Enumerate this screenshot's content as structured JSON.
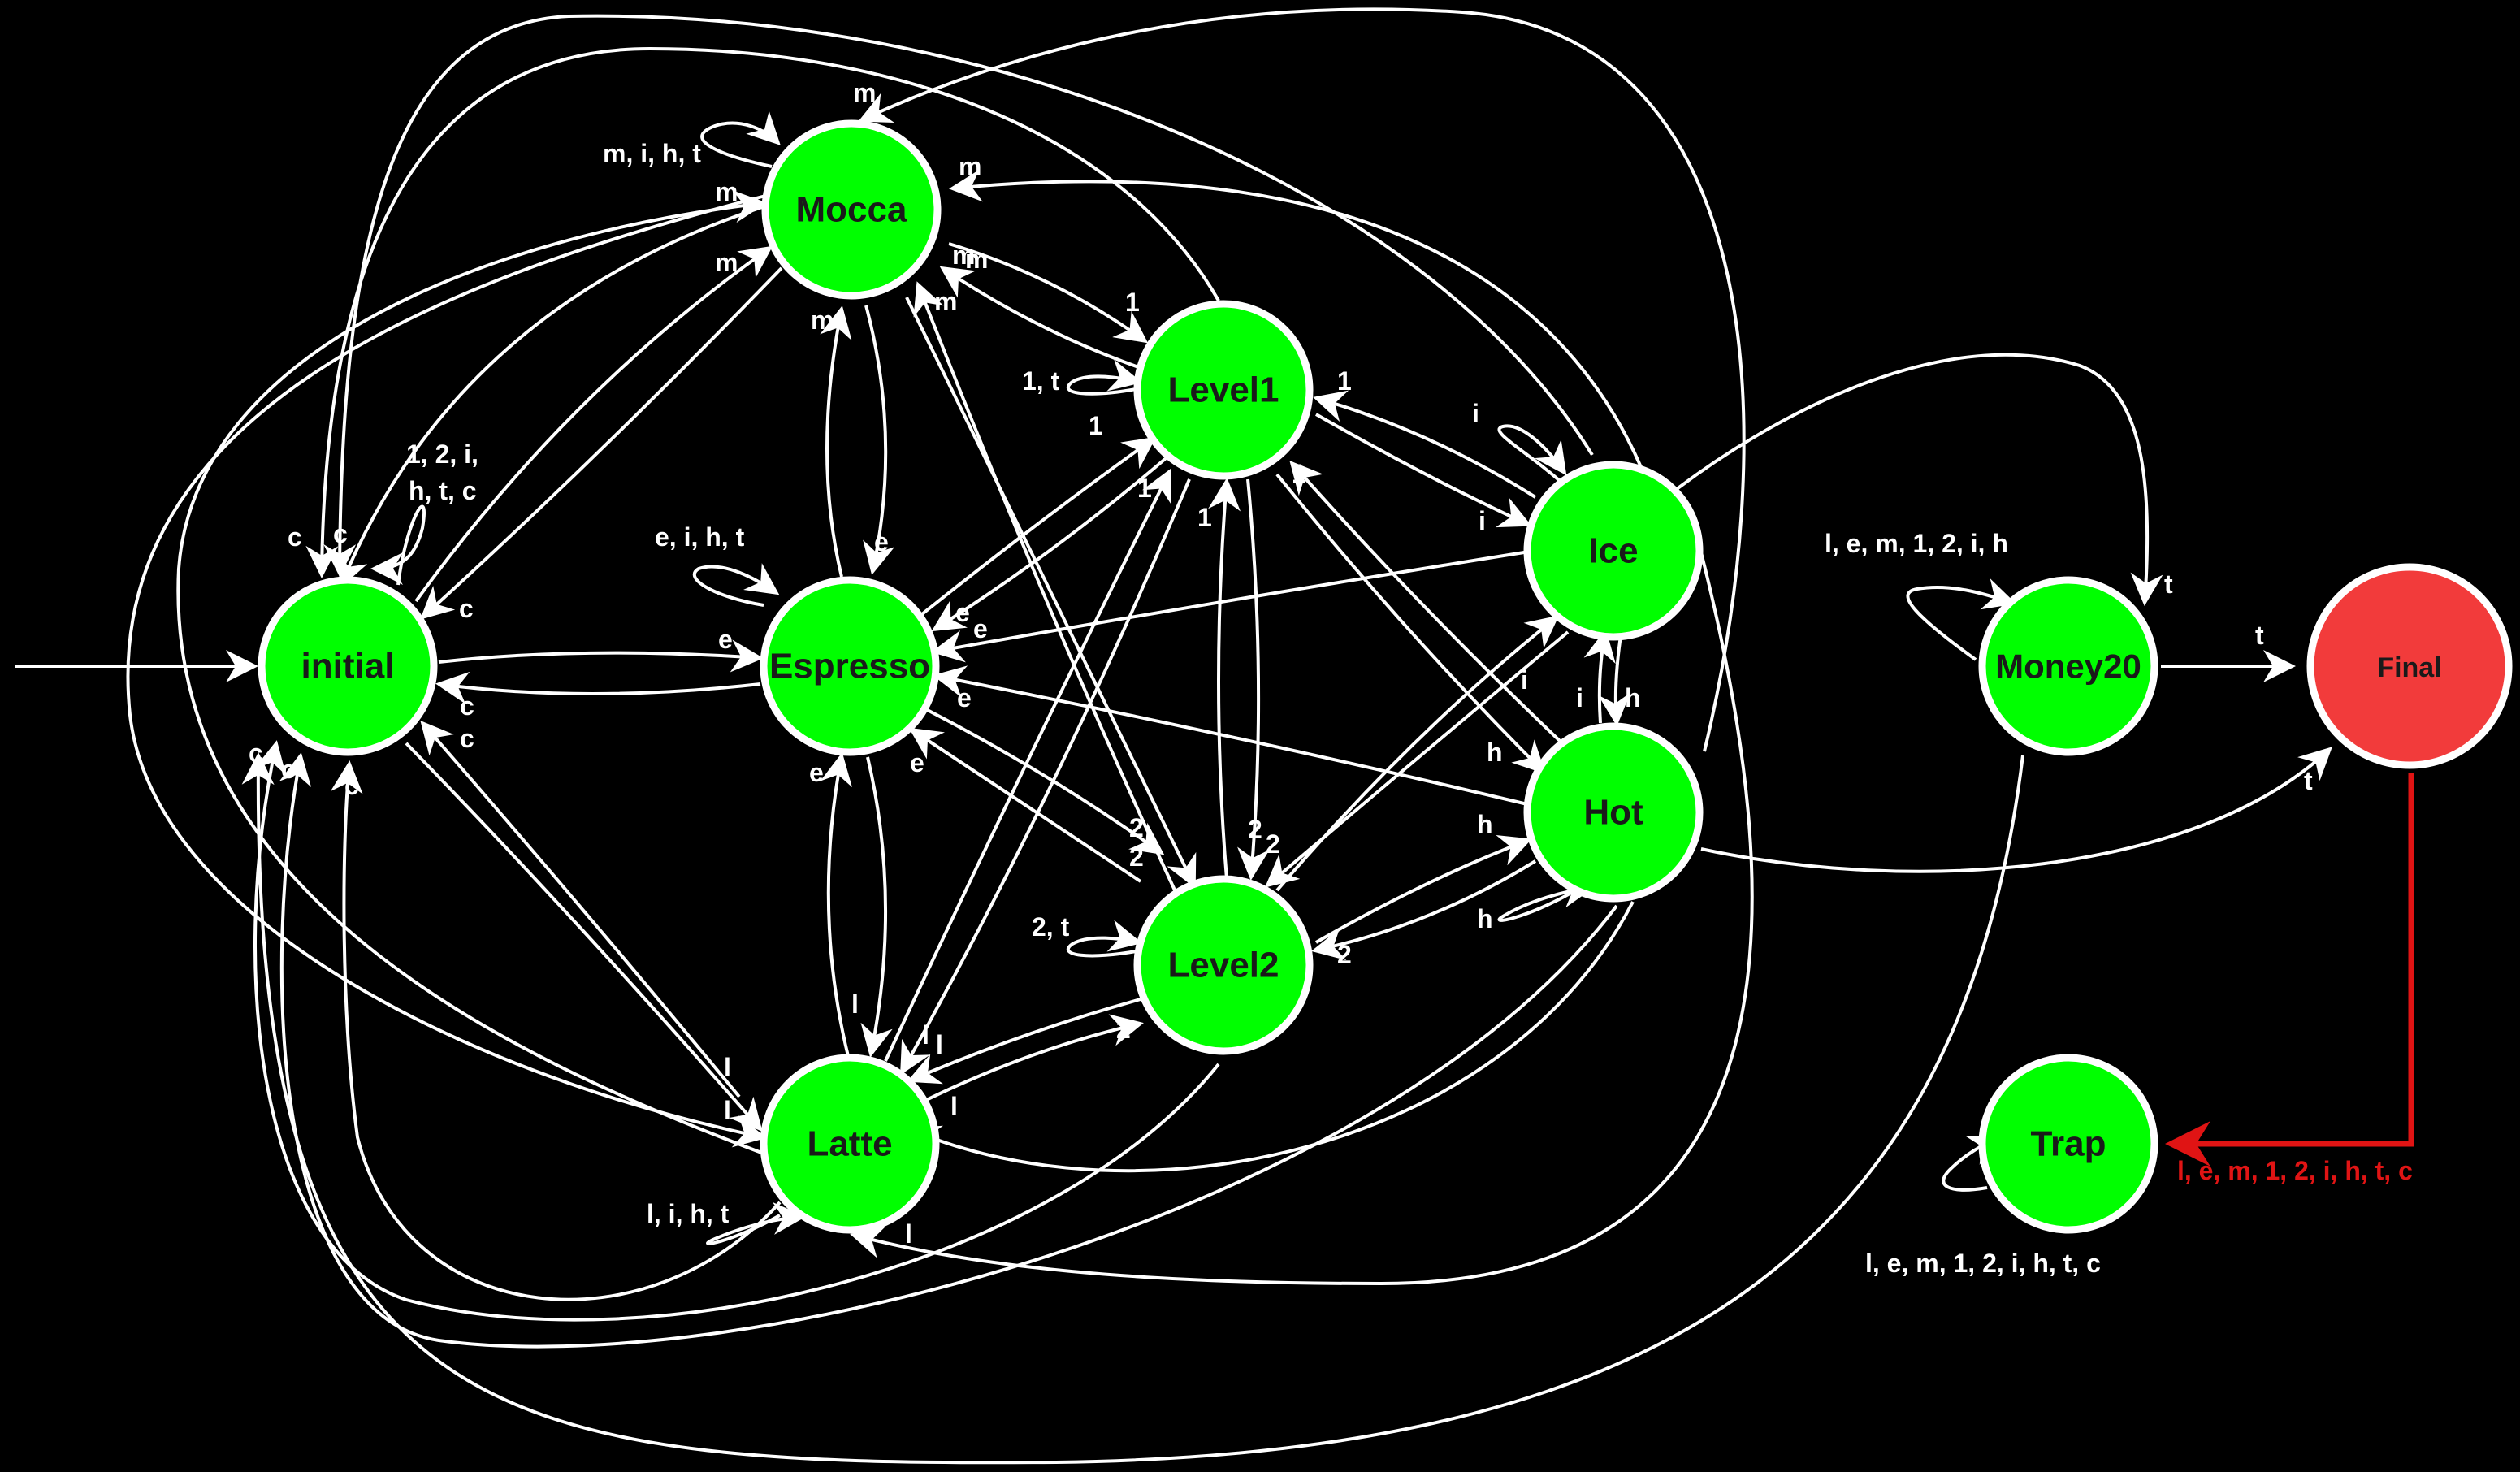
{
  "colors": {
    "background": "#000000",
    "state_fill": "#00ff00",
    "final_fill": "#f23b3b",
    "edge": "#ffffff",
    "final_edge": "#e01414"
  },
  "states": [
    {
      "id": "initial",
      "label": "initial"
    },
    {
      "id": "mocca",
      "label": "Mocca"
    },
    {
      "id": "espresso",
      "label": "Espresso"
    },
    {
      "id": "latte",
      "label": "Latte"
    },
    {
      "id": "level1",
      "label": "Level1"
    },
    {
      "id": "level2",
      "label": "Level2"
    },
    {
      "id": "ice",
      "label": "Ice"
    },
    {
      "id": "hot",
      "label": "Hot"
    },
    {
      "id": "money20",
      "label": "Money20"
    },
    {
      "id": "final",
      "label": "Final"
    },
    {
      "id": "trap",
      "label": "Trap"
    }
  ],
  "edge_labels": [
    "m",
    "m, i, h, t",
    "m",
    "m",
    "m",
    "m",
    "m",
    "m",
    "m",
    "1",
    "1, t",
    "1",
    "1",
    "1",
    "1",
    "1",
    "i",
    "i",
    "1, 2, i,",
    "h, t, c",
    "c",
    "c",
    "c",
    "c",
    "c",
    "c",
    "c",
    "c",
    "e, i, h, t",
    "e",
    "e",
    "e",
    "e",
    "e",
    "e",
    "e",
    "2",
    "2",
    "2",
    "2",
    "2",
    "2, t",
    "2",
    "h",
    "h",
    "h",
    "i",
    "i",
    "h",
    "l",
    "l",
    "l",
    "l",
    "l",
    "l",
    "l",
    "l, i, h, t",
    "l, e, m, 1, 2, i, h",
    "t",
    "t",
    "t",
    "l, e, m, 1, 2, i, h, t, c"
  ],
  "final_edge_label": "l, e, m, 1, 2, i, h, t, c"
}
